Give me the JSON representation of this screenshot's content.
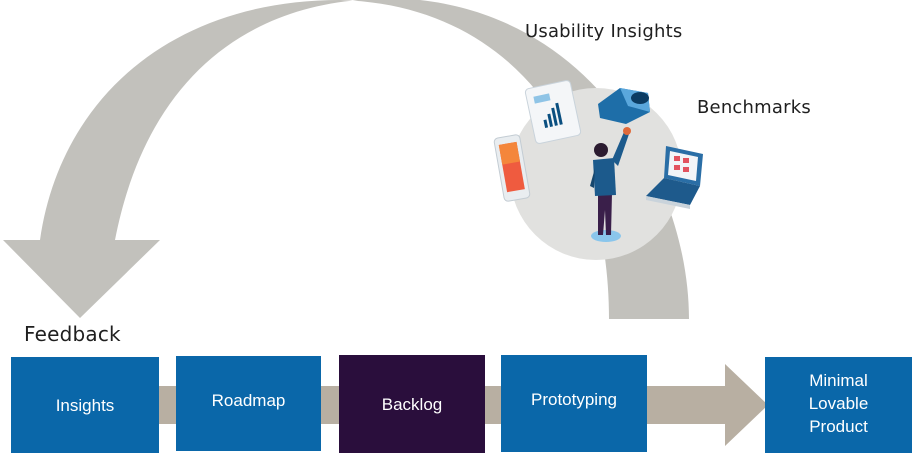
{
  "labels": {
    "feedback": "Feedback",
    "usability_insights": "Usability Insights",
    "benchmarks": "Benchmarks"
  },
  "stages": [
    {
      "label": "Insights",
      "style": "blue"
    },
    {
      "label": "Roadmap",
      "style": "blue"
    },
    {
      "label": "Backlog",
      "style": "dark"
    },
    {
      "label": "Prototyping",
      "style": "blue"
    },
    {
      "label": "Minimal\nLovable\nProduct",
      "style": "blue"
    }
  ],
  "colors": {
    "arc": "#c2c1bc",
    "flow_arrow": "#b8afa2",
    "stage_blue": "#0a67a9",
    "stage_dark": "#2a0e3c",
    "circle_bg": "#e1e1df"
  },
  "icons": [
    "tablet-chart-icon",
    "vr-headset-icon",
    "smartphone-icon",
    "person-icon",
    "laptop-icon"
  ]
}
